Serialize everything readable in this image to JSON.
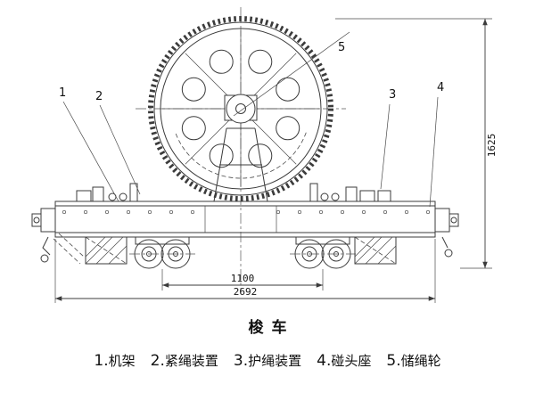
{
  "colors": {
    "line": "#3b3b3b",
    "background": "#ffffff",
    "text": "#111111"
  },
  "drawing": {
    "title": "梭车",
    "parts": [
      {
        "id": "1",
        "num": "1.",
        "label": "机架"
      },
      {
        "id": "2",
        "num": "2.",
        "label": "紧绳装置"
      },
      {
        "id": "3",
        "num": "3.",
        "label": "护绳装置"
      },
      {
        "id": "4",
        "num": "4.",
        "label": "碰头座"
      },
      {
        "id": "5",
        "num": "5.",
        "label": "储绳轮"
      }
    ],
    "dimensions": {
      "wheelbase": "1100",
      "overall_length": "2692",
      "overall_height": "1625"
    }
  }
}
